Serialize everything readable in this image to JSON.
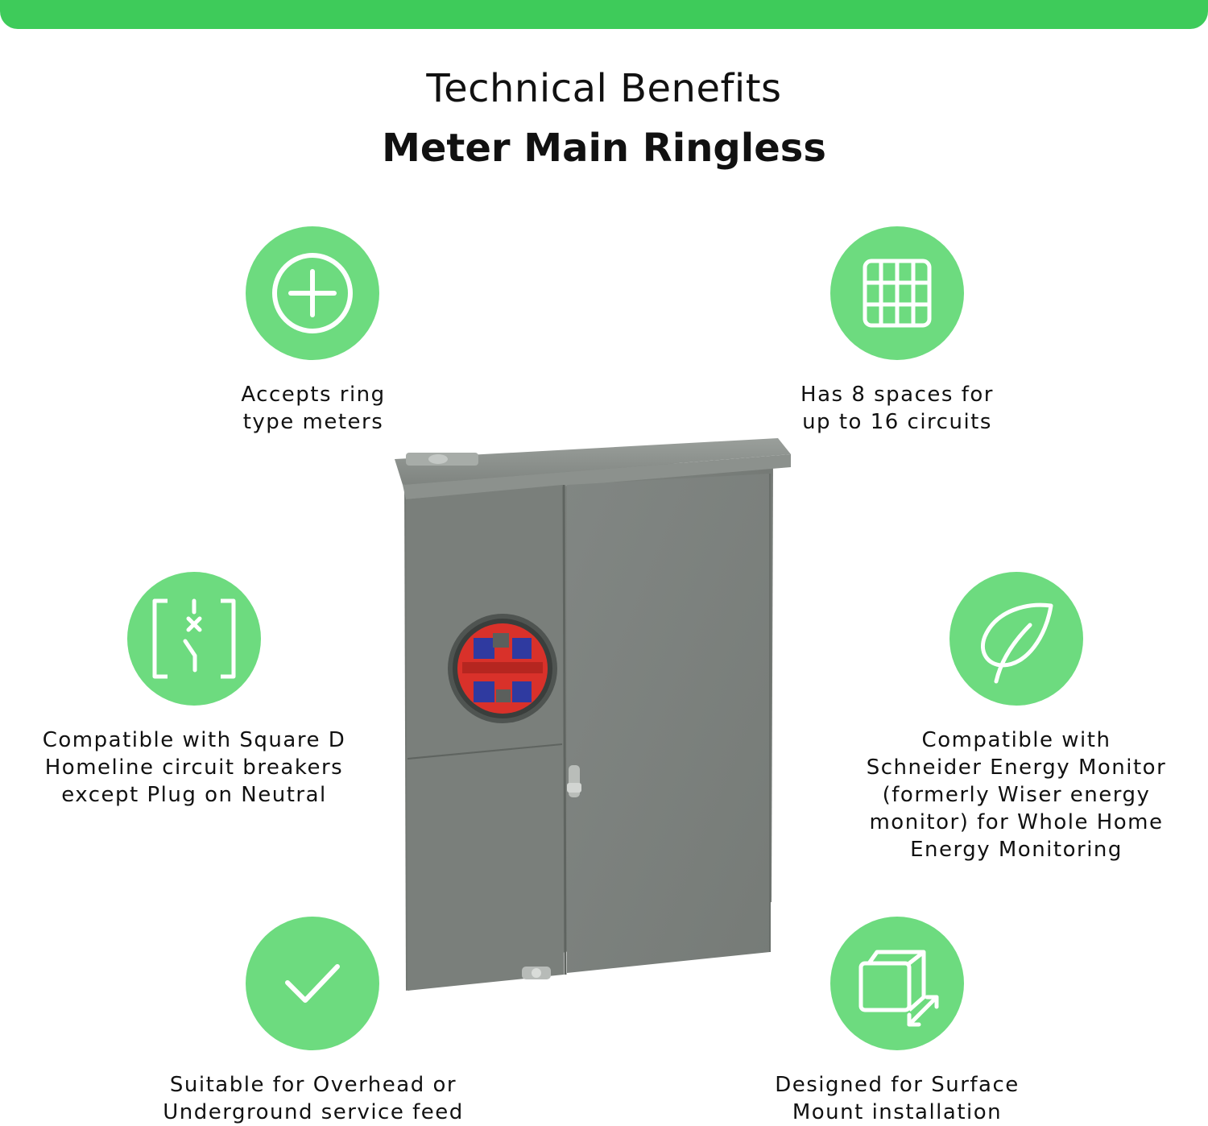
{
  "header": {
    "title": "Technical Benefits",
    "subtitle": "Meter Main Ringless"
  },
  "theme": {
    "accent": "#3ecb5a",
    "icon_fill": "#6ddb7f",
    "enclosure_gray": "#7b807c"
  },
  "features": [
    {
      "icon": "plus-circle-icon",
      "lines": [
        "Accepts ring",
        "type meters"
      ]
    },
    {
      "icon": "grid-icon",
      "lines": [
        "Has 8 spaces for",
        "up to 16 circuits"
      ]
    },
    {
      "icon": "circuit-breaker-icon",
      "lines": [
        "Compatible with Square D",
        "Homeline circuit breakers",
        "except Plug on Neutral"
      ]
    },
    {
      "icon": "leaf-icon",
      "lines": [
        "Compatible with",
        "Schneider Energy Monitor",
        "(formerly Wiser energy",
        "monitor) for Whole Home",
        "Energy Monitoring"
      ]
    },
    {
      "icon": "checkmark-icon",
      "lines": [
        "Suitable for Overhead or",
        "Underground service feed"
      ]
    },
    {
      "icon": "surface-mount-icon",
      "lines": [
        "Designed for Surface",
        "Mount installation"
      ]
    }
  ],
  "product_image": {
    "name": "meter-main-enclosure"
  }
}
